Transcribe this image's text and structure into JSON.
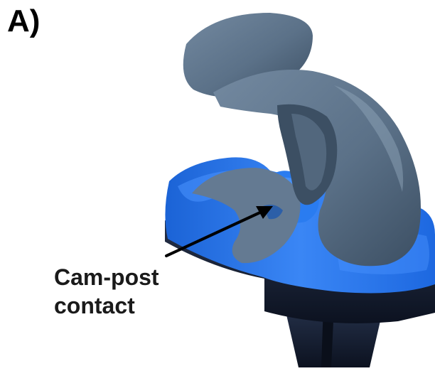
{
  "figure": {
    "panel_label": "A)",
    "annotation": {
      "line1": "Cam-post",
      "line2": "contact"
    },
    "colors": {
      "background": "#ffffff",
      "femoral_component": "#5b7188",
      "femoral_shadow": "#3c4f63",
      "tibial_insert": "#1f6fe6",
      "tibial_insert_light": "#4a93ff",
      "tibial_base": "#141c2e",
      "arrow": "#000000"
    }
  }
}
